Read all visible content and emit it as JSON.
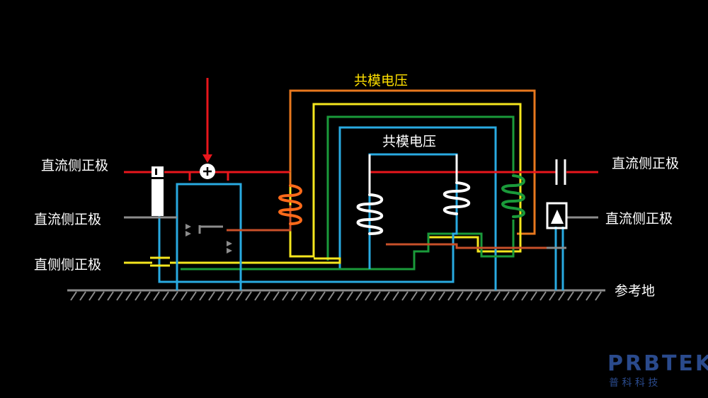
{
  "labels": {
    "left_top": "直流侧正极",
    "left_mid": "直流侧正极",
    "left_bottom": "直侧侧正极",
    "right_top": "直流侧正极",
    "right_mid": "直流侧正极",
    "ground": "参考地",
    "cm_outer": "共模电压",
    "cm_inner": "共模电压"
  },
  "logo": {
    "main": "PRBTEK",
    "sub": "普 科 科 技"
  },
  "colors": {
    "background": "#000000",
    "red": "#e8161c",
    "orange": "#e8781e",
    "yellow": "#f5e61e",
    "green": "#1a9a3a",
    "cyan": "#29aae1",
    "white": "#ffffff",
    "gray": "#8c8c8c",
    "brown": "#c8502a",
    "logo": "#2a4a8c"
  }
}
